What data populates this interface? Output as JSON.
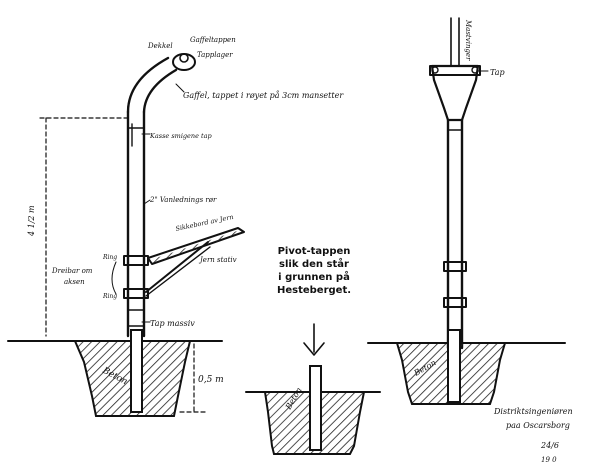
{
  "left_figure": {
    "top_label_1": "Dekkel",
    "top_label_2": "Gaffeltappen",
    "top_label_3": "Tapplager",
    "fork_label": "Gaffel, tappet i røyet på 3cm mansetter",
    "joint_label": "Kasse smigene tap",
    "pipe_label": "2\" Vanlednings rør",
    "shelf_label": "Sikkebord av Jern",
    "strut_label": "Jern stativ",
    "ring_top": "Ring",
    "ring_bottom": "Ring",
    "turn_label_1": "Dreibar om",
    "turn_label_2": "aksen",
    "height_label": "4 1/2 m",
    "pin_label": "Tap massiv",
    "concrete_label": "Beton",
    "depth_label": "0,5 m"
  },
  "middle_figure": {
    "caption_line1": "Pivot-tappen",
    "caption_line2": "slik den står",
    "caption_line3": "i grunnen på",
    "caption_line4": "Hesteberget.",
    "concrete_label": "Beton"
  },
  "right_figure": {
    "mast_label": "Mastvinger",
    "pin_label": "Tap",
    "concrete_label": "Beton",
    "district_line1": "Distriktsingeniøren",
    "district_line2": "paa Oscarsborg",
    "date_line": "24/6",
    "date_year": "19 0"
  }
}
